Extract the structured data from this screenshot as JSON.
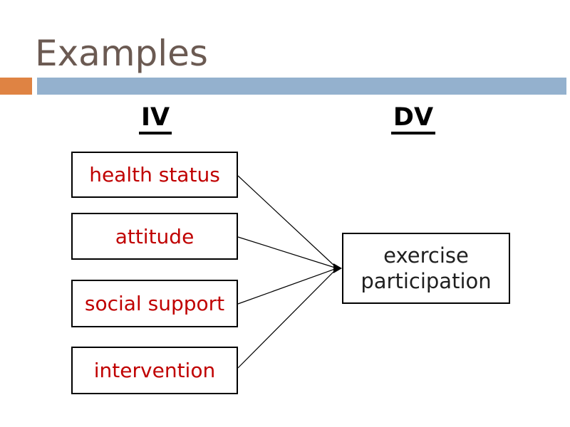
{
  "slide": {
    "title": "Examples",
    "headers": {
      "iv": "IV",
      "dv": "DV"
    },
    "iv_boxes": [
      {
        "label": "health status"
      },
      {
        "label": "attitude"
      },
      {
        "label": "social support"
      },
      {
        "label": "intervention"
      }
    ],
    "dv_box": {
      "label": "exercise participation"
    },
    "connectors": {
      "description": "four lines from IV boxes converging to arrowhead at DV box left edge",
      "arrowhead": "right-pointing-solid-triangle"
    },
    "colors": {
      "title_text": "#6b5a52",
      "accent_orange": "#df8343",
      "accent_blue": "#94b1ce",
      "iv_text": "#c00000",
      "dv_text": "#1f1f1f",
      "connector": "#000000"
    }
  }
}
